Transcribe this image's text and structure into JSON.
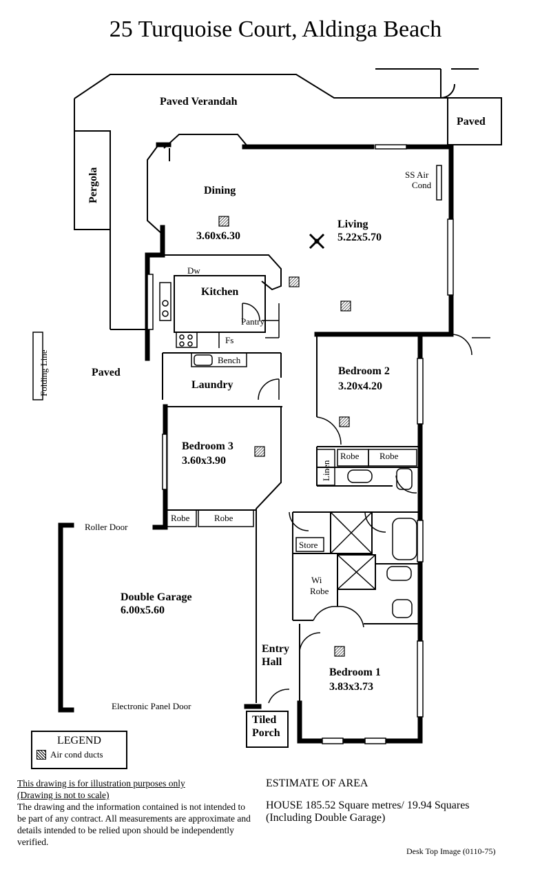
{
  "title": "25 Turquoise Court,  Aldinga Beach",
  "rooms": {
    "paved_verandah": "Paved Verandah",
    "paved_top": "Paved",
    "pergola": "Pergola",
    "ss_air_1": "SS Air",
    "ss_air_2": "Cond",
    "dining": "Dining",
    "dining_size": "3.60x6.30",
    "living": "Living",
    "living_size": "5.22x5.70",
    "dw": "Dw",
    "kitchen": "Kitchen",
    "pantry": "Pantry",
    "fs": "Fs",
    "bench": "Bench",
    "laundry": "Laundry",
    "paved_left": "Paved",
    "folding_line": "Folding Line",
    "bedroom2": "Bedroom 2",
    "bedroom2_size": "3.20x4.20",
    "bedroom3": "Bedroom 3",
    "bedroom3_size": "3.60x3.90",
    "robe": "Robe",
    "linen": "Linen",
    "store": "Store",
    "wi_robe_1": "Wi",
    "wi_robe_2": "Robe",
    "roller_door": "Roller Door",
    "double_garage": "Double Garage",
    "garage_size": "6.00x5.60",
    "entry_hall_1": "Entry",
    "entry_hall_2": "Hall",
    "bedroom1": "Bedroom 1",
    "bedroom1_size": "3.83x3.73",
    "electronic_panel_door": "Electronic Panel Door",
    "tiled_porch_1": "Tiled",
    "tiled_porch_2": "Porch"
  },
  "legend": {
    "heading": "LEGEND",
    "item": "Air cond ducts"
  },
  "disclaimer": {
    "line1": "This drawing is for illustration purposes only",
    "line2": "(Drawing is not to scale)",
    "body": "The drawing and the information contained is not intended to be part of any contract.  All measurements are approximate and details intended to be relied upon should be independently verified."
  },
  "area": {
    "heading": "ESTIMATE OF AREA",
    "line1": "HOUSE  185.52 Square metres/ 19.94 Squares",
    "line2": "(Including Double Garage)"
  },
  "reference": "Desk Top Image  (0110-75)"
}
